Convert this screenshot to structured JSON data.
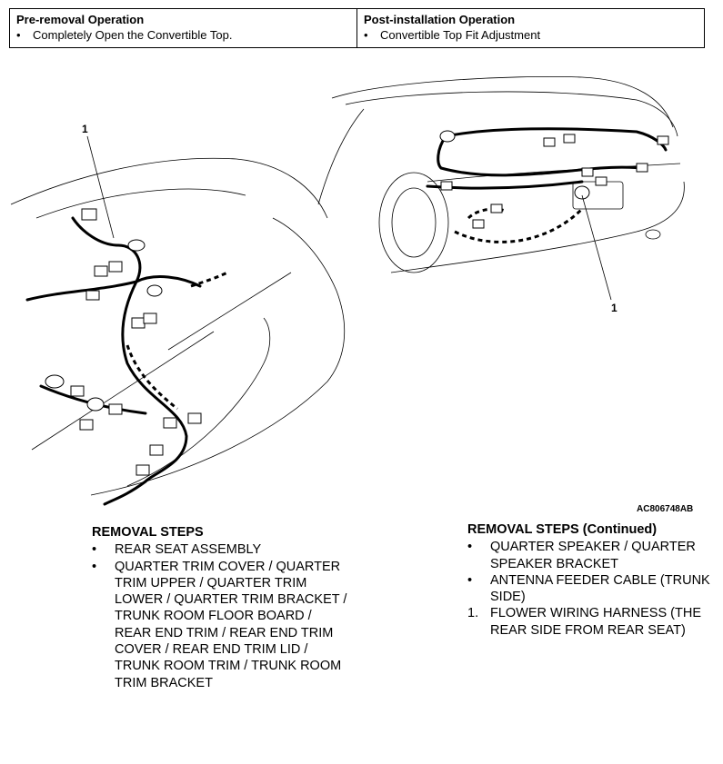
{
  "operations": {
    "pre_removal": {
      "heading": "Pre-removal Operation",
      "items": [
        "Completely Open the Convertible Top."
      ]
    },
    "post_installation": {
      "heading": "Post-installation Operation",
      "items": [
        "Convertible Top Fit Adjustment"
      ]
    }
  },
  "figure": {
    "code": "AC806748AB",
    "callout_left": "1",
    "callout_right": "1"
  },
  "removal_steps": {
    "heading": "REMOVAL STEPS",
    "items": [
      {
        "marker": "•",
        "text": "REAR SEAT ASSEMBLY"
      },
      {
        "marker": "•",
        "text": "QUARTER TRIM COVER / QUARTER TRIM UPPER / QUARTER TRIM LOWER / QUARTER TRIM BRACKET / TRUNK ROOM FLOOR BOARD / REAR END TRIM / REAR END TRIM COVER / REAR END TRIM LID / TRUNK ROOM TRIM / TRUNK ROOM TRIM BRACKET"
      }
    ]
  },
  "removal_steps_continued": {
    "heading": "REMOVAL STEPS (Continued)",
    "items": [
      {
        "marker": "•",
        "text": "QUARTER SPEAKER / QUARTER SPEAKER BRACKET"
      },
      {
        "marker": "•",
        "text": "ANTENNA FEEDER CABLE (TRUNK SIDE)"
      },
      {
        "marker": "1.",
        "text": "FLOWER WIRING HARNESS (THE REAR SIDE FROM REAR SEAT)"
      }
    ]
  }
}
